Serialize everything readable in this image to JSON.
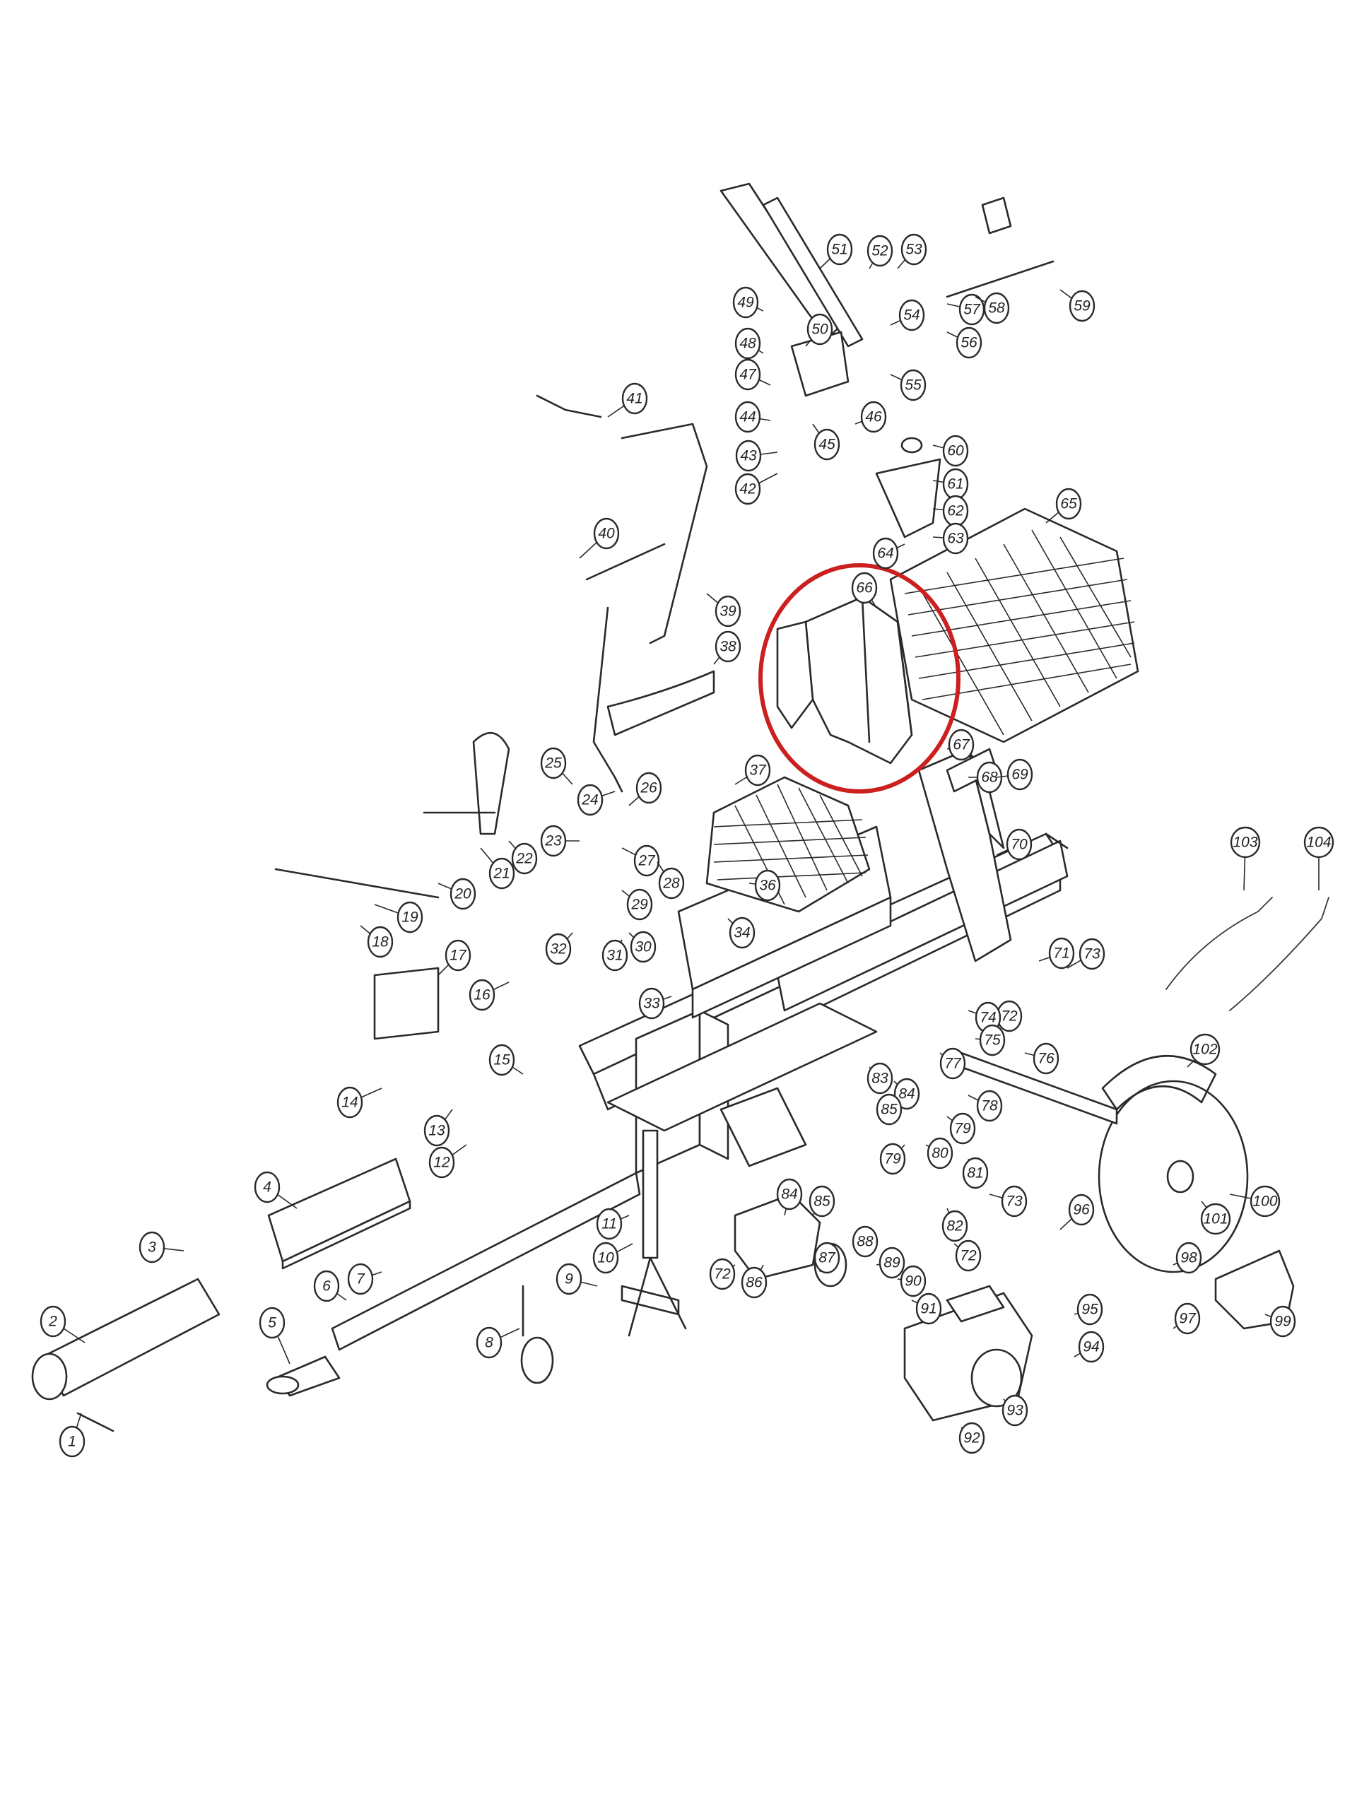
{
  "highlight_color": "#cc1f1f",
  "highlighted_part": "66",
  "callouts": [
    {
      "label": "1"
    },
    {
      "label": "2"
    },
    {
      "label": "3"
    },
    {
      "label": "4"
    },
    {
      "label": "5"
    },
    {
      "label": "6"
    },
    {
      "label": "7"
    },
    {
      "label": "8"
    },
    {
      "label": "9"
    },
    {
      "label": "10"
    },
    {
      "label": "11"
    },
    {
      "label": "12"
    },
    {
      "label": "13"
    },
    {
      "label": "14"
    },
    {
      "label": "15"
    },
    {
      "label": "16"
    },
    {
      "label": "17"
    },
    {
      "label": "18"
    },
    {
      "label": "19"
    },
    {
      "label": "20"
    },
    {
      "label": "21"
    },
    {
      "label": "22"
    },
    {
      "label": "23"
    },
    {
      "label": "24"
    },
    {
      "label": "25"
    },
    {
      "label": "26"
    },
    {
      "label": "27"
    },
    {
      "label": "28"
    },
    {
      "label": "29"
    },
    {
      "label": "30"
    },
    {
      "label": "31"
    },
    {
      "label": "32"
    },
    {
      "label": "33"
    },
    {
      "label": "34"
    },
    {
      "label": "36"
    },
    {
      "label": "37"
    },
    {
      "label": "38"
    },
    {
      "label": "39"
    },
    {
      "label": "40"
    },
    {
      "label": "41"
    },
    {
      "label": "42"
    },
    {
      "label": "43"
    },
    {
      "label": "44"
    },
    {
      "label": "45"
    },
    {
      "label": "46"
    },
    {
      "label": "47"
    },
    {
      "label": "48"
    },
    {
      "label": "49"
    },
    {
      "label": "50"
    },
    {
      "label": "51"
    },
    {
      "label": "52"
    },
    {
      "label": "53"
    },
    {
      "label": "54"
    },
    {
      "label": "55"
    },
    {
      "label": "56"
    },
    {
      "label": "57"
    },
    {
      "label": "58"
    },
    {
      "label": "59"
    },
    {
      "label": "60"
    },
    {
      "label": "61"
    },
    {
      "label": "62"
    },
    {
      "label": "63"
    },
    {
      "label": "64"
    },
    {
      "label": "65"
    },
    {
      "label": "66"
    },
    {
      "label": "67"
    },
    {
      "label": "68"
    },
    {
      "label": "69"
    },
    {
      "label": "70"
    },
    {
      "label": "71"
    },
    {
      "label": "72"
    },
    {
      "label": "72"
    },
    {
      "label": "72"
    },
    {
      "label": "73"
    },
    {
      "label": "73"
    },
    {
      "label": "74"
    },
    {
      "label": "75"
    },
    {
      "label": "76"
    },
    {
      "label": "77"
    },
    {
      "label": "78"
    },
    {
      "label": "79"
    },
    {
      "label": "79"
    },
    {
      "label": "80"
    },
    {
      "label": "81"
    },
    {
      "label": "82"
    },
    {
      "label": "83"
    },
    {
      "label": "84"
    },
    {
      "label": "84"
    },
    {
      "label": "85"
    },
    {
      "label": "85"
    },
    {
      "label": "86"
    },
    {
      "label": "87"
    },
    {
      "label": "88"
    },
    {
      "label": "89"
    },
    {
      "label": "90"
    },
    {
      "label": "91"
    },
    {
      "label": "92"
    },
    {
      "label": "93"
    },
    {
      "label": "94"
    },
    {
      "label": "95"
    },
    {
      "label": "96"
    },
    {
      "label": "97"
    },
    {
      "label": "98"
    },
    {
      "label": "99"
    },
    {
      "label": "100"
    },
    {
      "label": "101"
    },
    {
      "label": "102"
    },
    {
      "label": "103"
    },
    {
      "label": "104"
    }
  ]
}
